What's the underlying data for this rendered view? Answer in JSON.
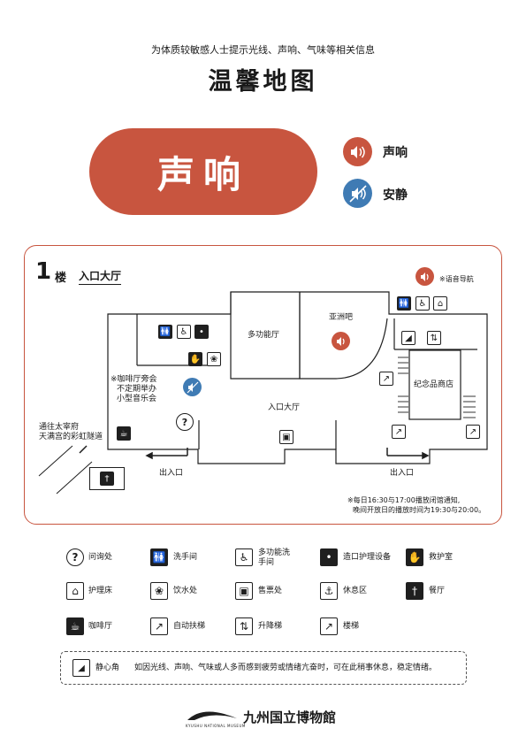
{
  "header": {
    "subtitle": "为体质较敏感人士提示光线、声响、气味等相关信息",
    "title": "温馨地图"
  },
  "banner": {
    "label": "声响"
  },
  "legend_top": [
    {
      "label": "声响",
      "icon": "speaker-loud-icon",
      "color": "#c8553f"
    },
    {
      "label": "安静",
      "icon": "speaker-muted-icon",
      "color": "#3f7bb4"
    }
  ],
  "map": {
    "floor_number": "1",
    "floor_suffix": "楼",
    "area_title": "入口大厅",
    "audio_guide_label": "※语音导航",
    "rooms": {
      "multi_hall": "多功能厅",
      "asia_bar": "亚洲吧",
      "entrance_hall": "入口大厅",
      "gift_shop": "纪念品商店"
    },
    "cafe_note": [
      "※咖啡厅旁会",
      "不定期举办",
      "小型音乐会"
    ],
    "tunnel_note": [
      "通往太宰府",
      "天满宫的彩虹隧道"
    ],
    "exit_left": "出入口",
    "exit_right": "出入口",
    "announcement": [
      "※每日16:30与17:00播放闭馆通知,",
      "晚间开放日的播放时间为19:30与20:00。"
    ]
  },
  "facilities_legend": [
    {
      "label": "问询处",
      "icon": "info-question-icon"
    },
    {
      "label": "洗手间",
      "icon": "restroom-icon"
    },
    {
      "label": "多功能洗手间",
      "icon": "accessible-restroom-icon"
    },
    {
      "label": "造口护理设备",
      "icon": "ostomy-care-icon"
    },
    {
      "label": "救护室",
      "icon": "first-aid-room-icon"
    },
    {
      "label": "护理床",
      "icon": "care-bed-icon"
    },
    {
      "label": "饮水处",
      "icon": "drinking-fountain-icon"
    },
    {
      "label": "售票处",
      "icon": "ticket-office-icon"
    },
    {
      "label": "休息区",
      "icon": "rest-area-icon"
    },
    {
      "label": "餐厅",
      "icon": "restaurant-icon"
    },
    {
      "label": "咖啡厅",
      "icon": "cafe-icon"
    },
    {
      "label": "自动扶梯",
      "icon": "escalator-icon"
    },
    {
      "label": "升降梯",
      "icon": "elevator-icon"
    },
    {
      "label": "楼梯",
      "icon": "stairs-icon"
    }
  ],
  "quiet_corner": {
    "label": "静心角",
    "description": "如因光线、声响、气味或人多而感到疲劳或情绪亢奋时，可在此稍事休息，稳定情绪。",
    "icon": "quiet-corner-icon"
  },
  "footer": {
    "brand": "九州国立博物館",
    "brand_en": "KYUSHU NATIONAL MUSEUM"
  }
}
